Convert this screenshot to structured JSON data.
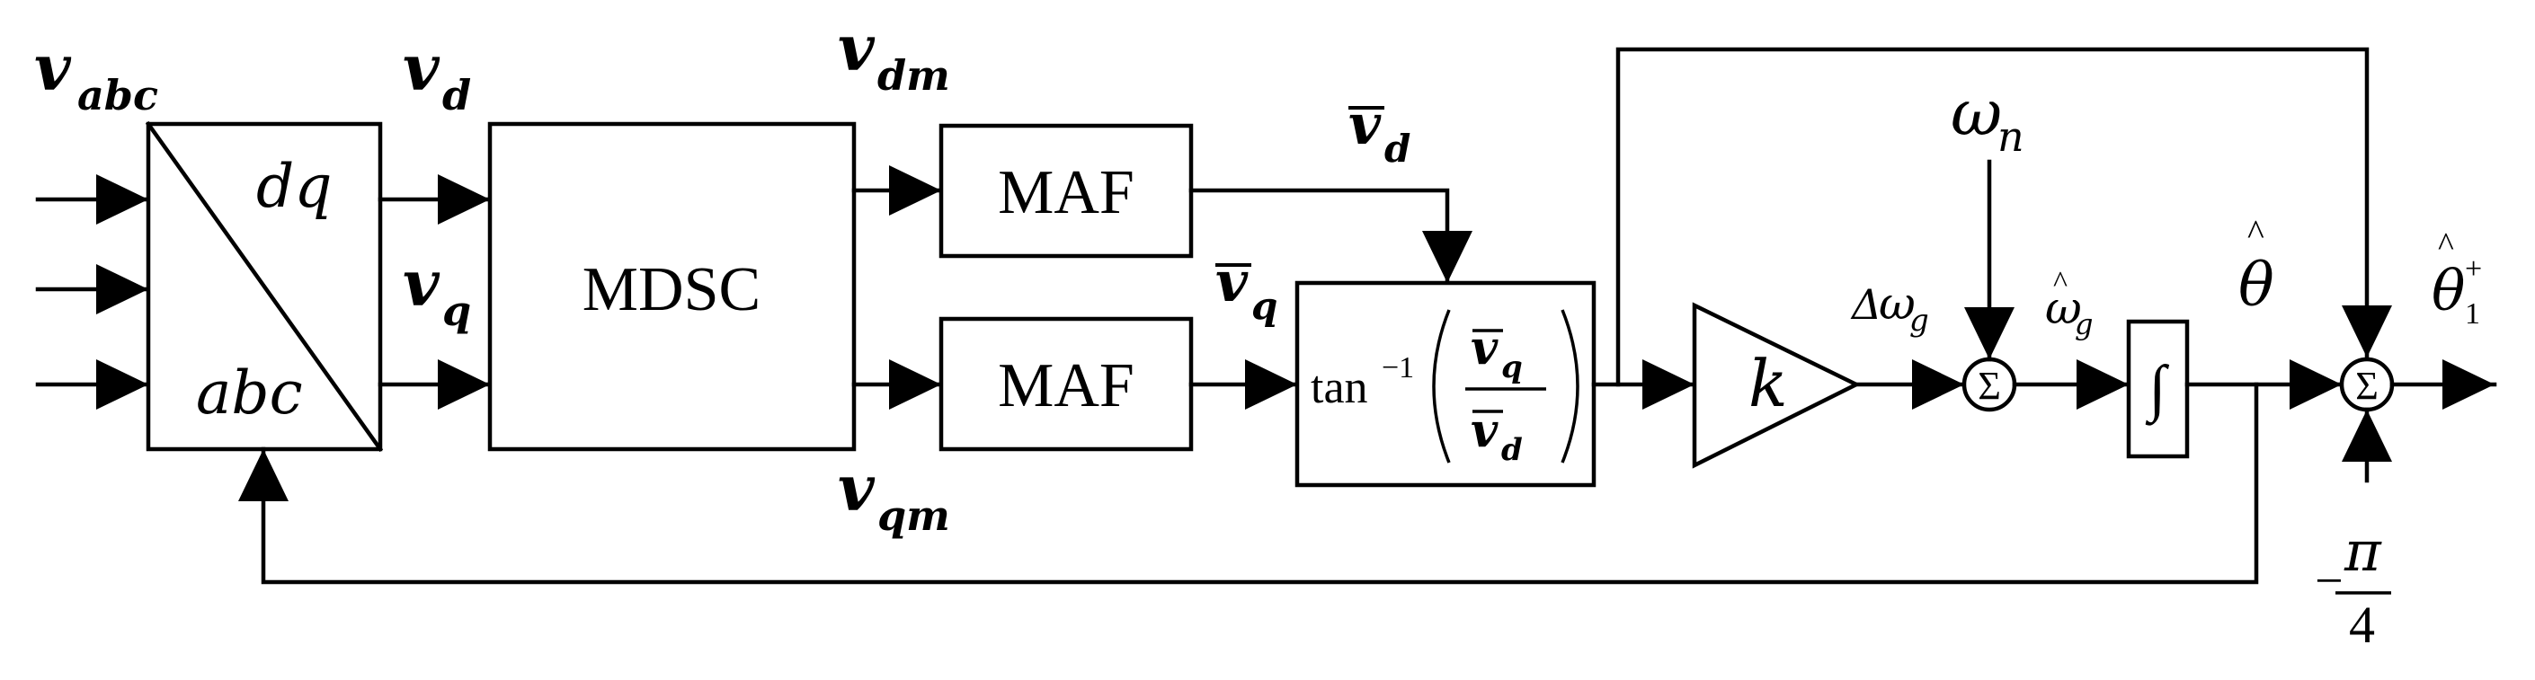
{
  "labels": {
    "v": "v",
    "abc_sub": "abc",
    "d_sub": "d",
    "q_sub": "q",
    "dm_sub": "dm",
    "qm_sub": "qm",
    "dq": "dq",
    "abc": "abc",
    "mdsc": "MDSC",
    "maf": "MAF",
    "tan": "tan",
    "inv": "−1",
    "k": "k",
    "sigma": "Σ",
    "integral": "∫",
    "omega": "ω",
    "n_sub": "n",
    "g_sub": "g",
    "delta": "Δ",
    "theta": "θ",
    "one_sub": "1",
    "plus_sup": "+",
    "minus": "−",
    "pi": "π",
    "four": "4",
    "hat": "^"
  }
}
